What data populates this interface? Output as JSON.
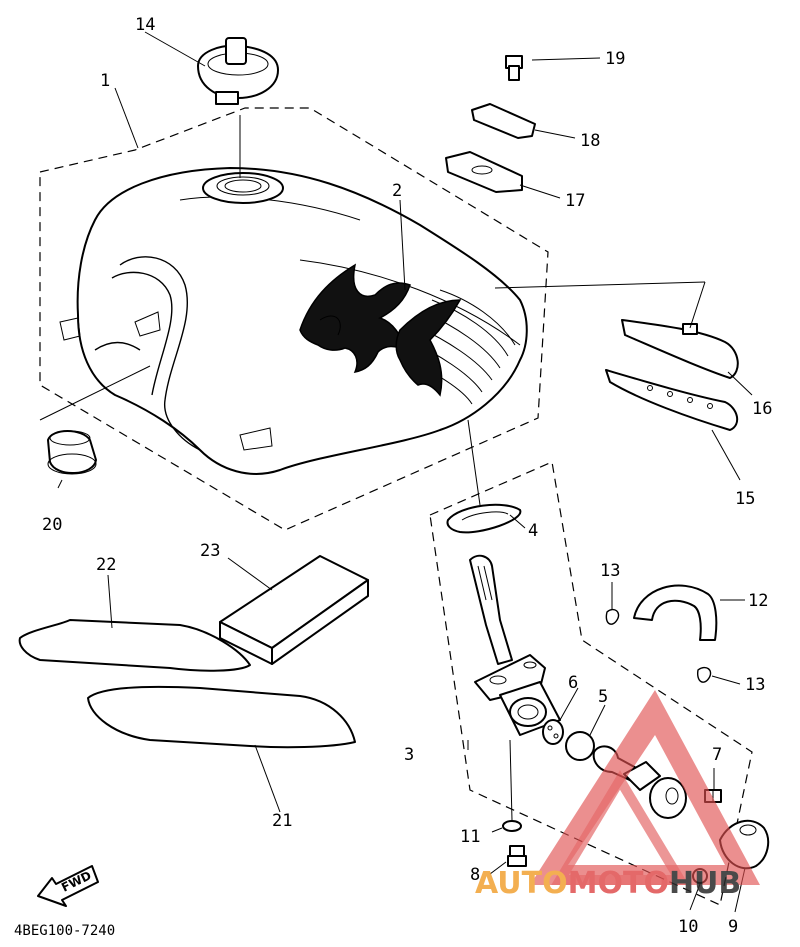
{
  "callouts": {
    "c1": "1",
    "c2": "2",
    "c3": "3",
    "c4": "4",
    "c5": "5",
    "c6": "6",
    "c7": "7",
    "c8": "8",
    "c9": "9",
    "c10": "10",
    "c11": "11",
    "c12": "12",
    "c13a": "13",
    "c13b": "13",
    "c14": "14",
    "c15": "15",
    "c16": "16",
    "c17": "17",
    "c18": "18",
    "c19": "19",
    "c20": "20",
    "c21": "21",
    "c22": "22",
    "c23": "23"
  },
  "diagram_code": "4BEG100-7240",
  "fwd_label": "FWD",
  "watermark": {
    "auto": "AUTO",
    "moto": "MOTO",
    "hub": "HUB",
    "colors": {
      "red": "#e05050",
      "orange": "#f2a233",
      "dark": "#2b2b2b"
    }
  }
}
